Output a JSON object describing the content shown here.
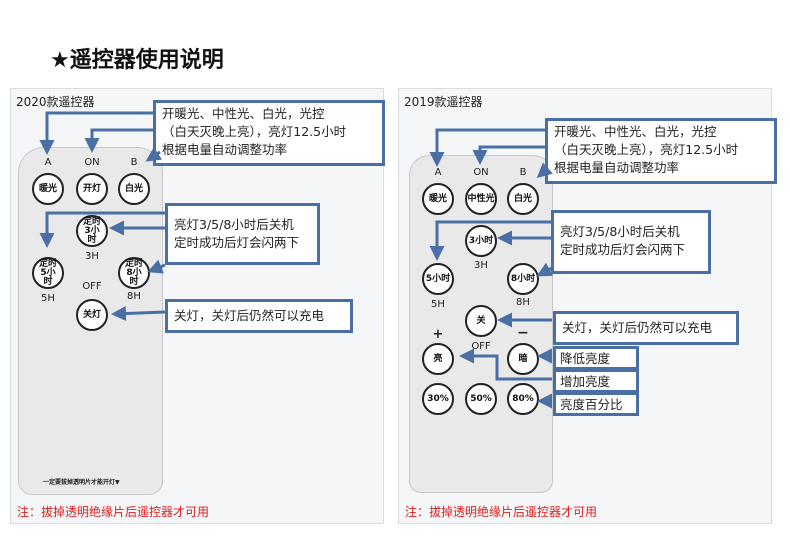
{
  "page_title": "★遥控器使用说明",
  "left": {
    "label": "2020款遥控器",
    "top_labels": {
      "a": "A",
      "on": "ON",
      "b": "B"
    },
    "buttons": {
      "warm": "暖光",
      "on": "开灯",
      "white": "白光",
      "t3": "定时3小时",
      "t5": "定时5小时",
      "t8": "定时8小时",
      "off": "关灯"
    },
    "hour_labels": {
      "h3": "3H",
      "h5": "5H",
      "h8": "8H",
      "off": "OFF"
    },
    "bottom_tip": "一定要拔掉透明片才能开灯▼",
    "callouts": {
      "c1_l1": "开暖光、中性光、白光，光控",
      "c1_l2": "（白天灭晚上亮），亮灯12.5小时",
      "c1_l3": "根据电量自动调整功率",
      "c2_l1": "亮灯3/5/8小时后关机",
      "c2_l2": "定时成功后灯会闪两下",
      "c3": "关灯，关灯后仍然可以充电"
    },
    "note": "注：拔掉透明绝缘片后遥控器才可用"
  },
  "right": {
    "label": "2019款遥控器",
    "top_labels": {
      "a": "A",
      "on": "ON",
      "b": "B"
    },
    "buttons": {
      "warm": "暖光",
      "neutral": "中性光",
      "white": "白光",
      "t3": "3小时",
      "t5": "5小时",
      "t8": "8小时",
      "off": "关",
      "bright": "亮",
      "dim": "暗",
      "p30": "30%",
      "p50": "50%",
      "p80": "80%"
    },
    "hour_labels": {
      "h3": "3H",
      "h5": "5H",
      "h8": "8H",
      "off": "OFF",
      "plus": "+",
      "minus": "−"
    },
    "callouts": {
      "c1_l1": "开暖光、中性光、白光，光控",
      "c1_l2": "（白天灭晚上亮），亮灯12.5小时",
      "c1_l3": "根据电量自动调整功率",
      "c2_l1": "亮灯3/5/8小时后关机",
      "c2_l2": "定时成功后灯会闪两下",
      "c3": "关灯，关灯后仍然可以充电",
      "c4": "降低亮度",
      "c5": "增加亮度",
      "c6": "亮度百分比"
    },
    "note": "注：拔掉透明绝缘片后遥控器才可用"
  },
  "colors": {
    "callout_border": "#4a6fa5",
    "note": "#e02020"
  }
}
